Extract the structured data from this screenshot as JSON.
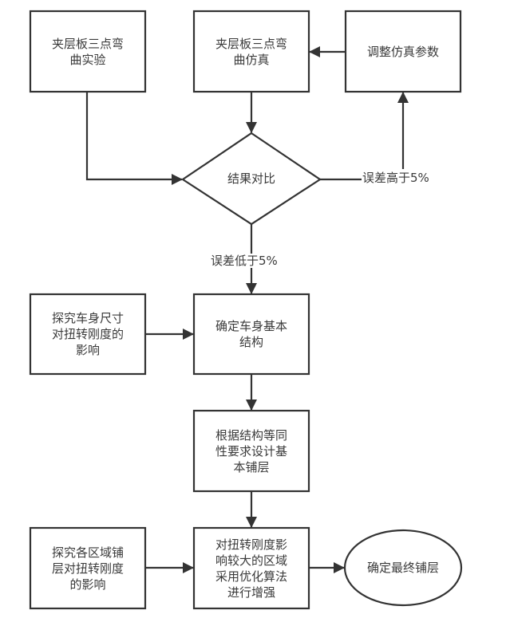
{
  "diagram": {
    "type": "flowchart",
    "nodes": [
      {
        "id": "n1",
        "shape": "rect",
        "label": "夹层板三点弯曲实验",
        "lines": [
          "夹层板三点弯",
          "曲实验"
        ]
      },
      {
        "id": "n2",
        "shape": "rect",
        "label": "夹层板三点弯曲仿真",
        "lines": [
          "夹层板三点弯",
          "曲仿真"
        ]
      },
      {
        "id": "n3",
        "shape": "rect",
        "label": "调整仿真参数",
        "lines": [
          "调整仿真参数"
        ]
      },
      {
        "id": "n4",
        "shape": "diamond",
        "label": "结果对比",
        "lines": [
          "结果对比"
        ]
      },
      {
        "id": "n5",
        "shape": "rect",
        "label": "探究车身尺寸对扭转刚度的影响",
        "lines": [
          "探究车身尺寸",
          "对扭转刚度的",
          "影响"
        ]
      },
      {
        "id": "n6",
        "shape": "rect",
        "label": "确定车身基本结构",
        "lines": [
          "确定车身基本",
          "结构"
        ]
      },
      {
        "id": "n7",
        "shape": "rect",
        "label": "根据结构等同性要求设计基本铺层",
        "lines": [
          "根据结构等同",
          "性要求设计基",
          "本铺层"
        ]
      },
      {
        "id": "n8",
        "shape": "rect",
        "label": "探究各区域铺层对扭转刚度的影响",
        "lines": [
          "探究各区域铺",
          "层对扭转刚度",
          "的影响"
        ]
      },
      {
        "id": "n9",
        "shape": "rect",
        "label": "对扭转刚度影响较大的区域采用优化算法进行增强",
        "lines": [
          "对扭转刚度影",
          "响较大的区域",
          "采用优化算法",
          "进行增强"
        ]
      },
      {
        "id": "n10",
        "shape": "ellipse",
        "label": "确定最终铺层",
        "lines": [
          "确定最终铺层"
        ]
      }
    ],
    "edges": [
      {
        "from": "n1",
        "to": "n4",
        "label": ""
      },
      {
        "from": "n2",
        "to": "n4",
        "label": ""
      },
      {
        "from": "n3",
        "to": "n2",
        "label": ""
      },
      {
        "from": "n4",
        "to": "n3",
        "label": "误差高于5%"
      },
      {
        "from": "n4",
        "to": "n6",
        "label": "误差低于5%"
      },
      {
        "from": "n5",
        "to": "n6",
        "label": ""
      },
      {
        "from": "n6",
        "to": "n7",
        "label": ""
      },
      {
        "from": "n7",
        "to": "n9",
        "label": ""
      },
      {
        "from": "n8",
        "to": "n9",
        "label": ""
      },
      {
        "from": "n9",
        "to": "n10",
        "label": ""
      }
    ],
    "colors": {
      "stroke": "#333333",
      "text": "#3a3a3a",
      "background": "#ffffff"
    }
  }
}
